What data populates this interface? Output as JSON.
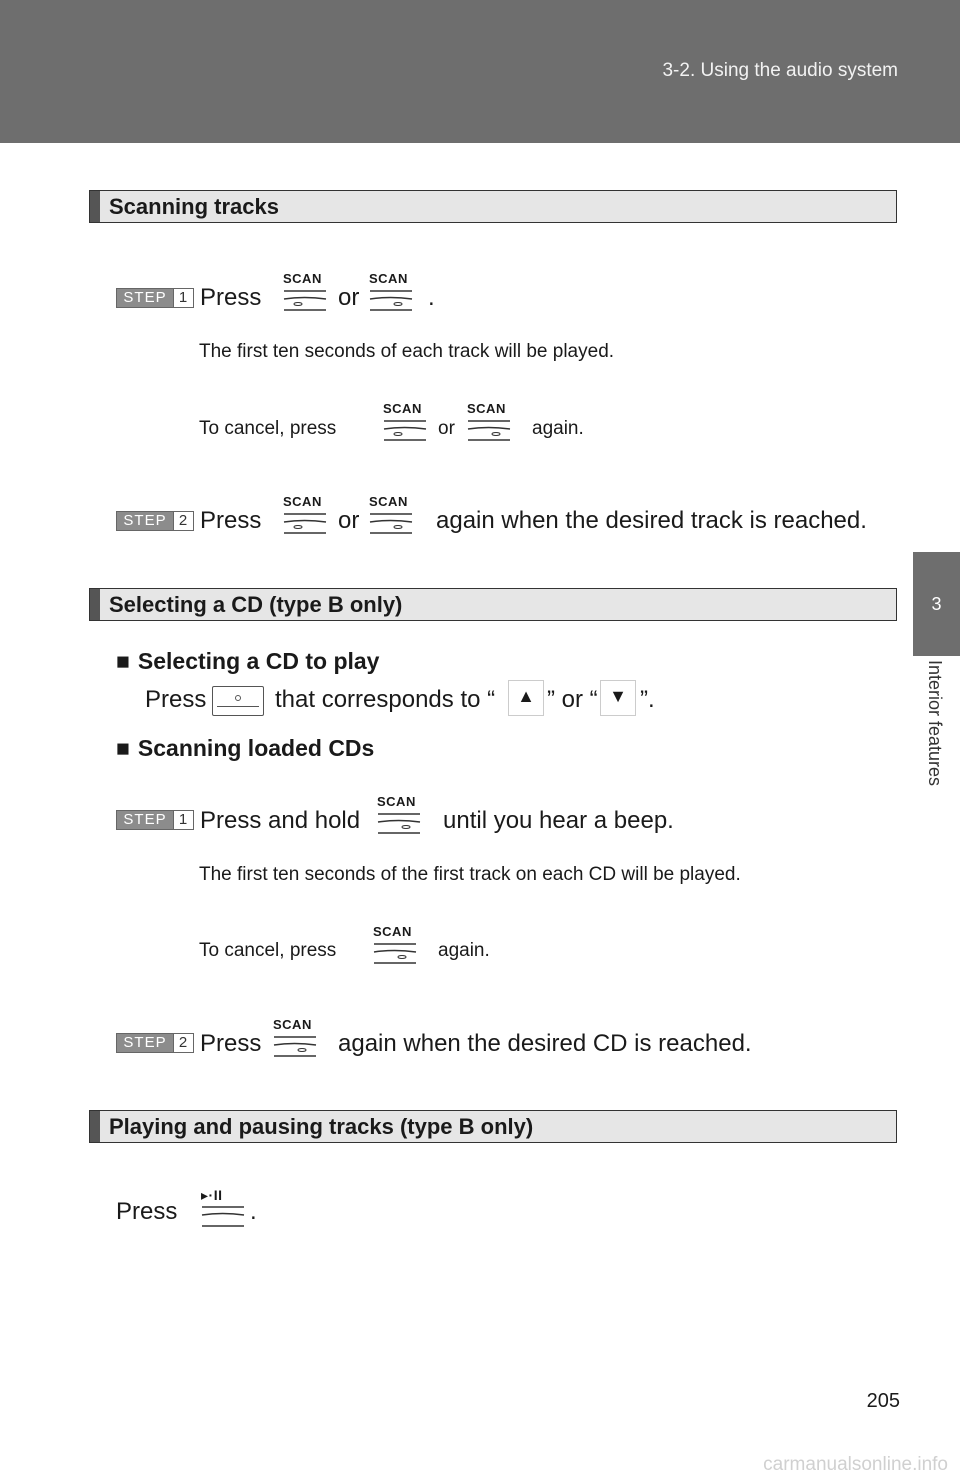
{
  "header": {
    "title": "3-2. Using the audio system"
  },
  "side_tab": {
    "number": "3",
    "label": "Interior features"
  },
  "step_word": "STEP",
  "scan_label": "SCAN",
  "play_label": "▸·II",
  "section1": {
    "title": "Scanning tracks",
    "step1": {
      "num": "1",
      "press": "Press",
      "or": "or",
      "end": "."
    },
    "note1": "The first ten seconds of each track will be played.",
    "note2": {
      "pre": "To cancel, press",
      "or": "or",
      "post": "again."
    },
    "step2": {
      "num": "2",
      "press": "Press",
      "or": "or",
      "post": "again when the desired track is reached."
    }
  },
  "section2": {
    "title": "Selecting a CD (type B only)",
    "square": "■",
    "sub1": {
      "title": "Selecting a CD to play",
      "pre": "Press",
      "mid": "that corresponds to “",
      "or": "” or “",
      "end": "”."
    },
    "sub2": {
      "title": "Scanning loaded CDs"
    },
    "step1": {
      "num": "1",
      "pre": "Press and hold",
      "post": "until you hear a beep."
    },
    "note1": "The first ten seconds of the first track on each CD will be played.",
    "note2": {
      "pre": "To cancel, press",
      "post": "again."
    },
    "step2": {
      "num": "2",
      "pre": "Press",
      "post": "again when the desired CD is reached."
    }
  },
  "section3": {
    "title": "Playing and pausing tracks (type B only)",
    "line": {
      "pre": "Press",
      "end": "."
    }
  },
  "icons": {
    "up": "▲",
    "down": "▼"
  },
  "page_number": "205",
  "watermark": "carmanualsonline.info"
}
